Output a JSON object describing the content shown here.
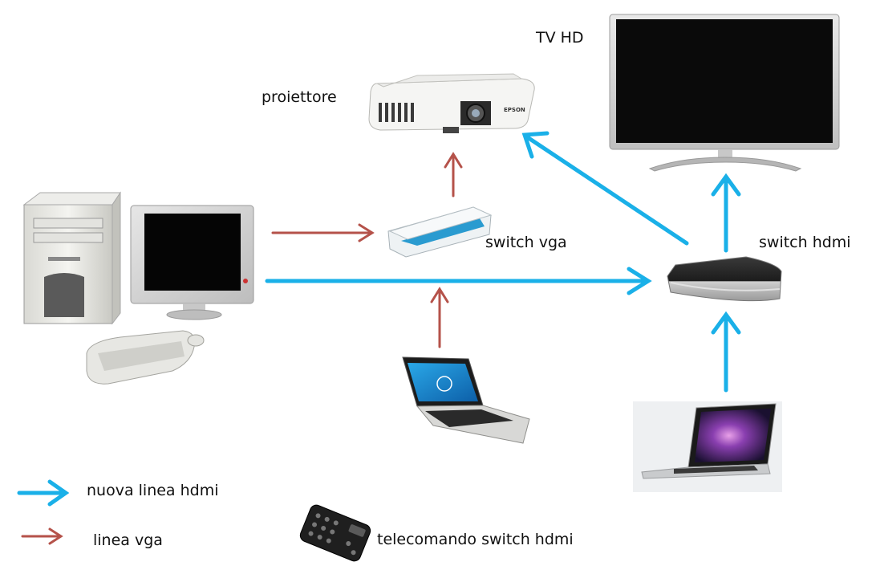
{
  "labels": {
    "tv": "TV HD",
    "projector": "proiettore",
    "switch_vga": "switch vga",
    "switch_hdmi": "switch hdmi",
    "remote": "telecomando switch hdmi"
  },
  "projector_brand": "EPSON",
  "legend": {
    "hdmi": "nuova linea hdmi",
    "vga": "linea vga"
  },
  "colors": {
    "hdmi_line": "#1ab0e8",
    "vga_line": "#b5524a"
  },
  "icons": [
    "desktop-tower-icon",
    "crt-monitor-icon",
    "keyboard-icon",
    "mouse-icon",
    "projector-icon",
    "lcd-tv-icon",
    "vga-switch-icon",
    "hdmi-switch-icon",
    "hp-laptop-icon",
    "macbook-icon",
    "remote-control-icon"
  ]
}
